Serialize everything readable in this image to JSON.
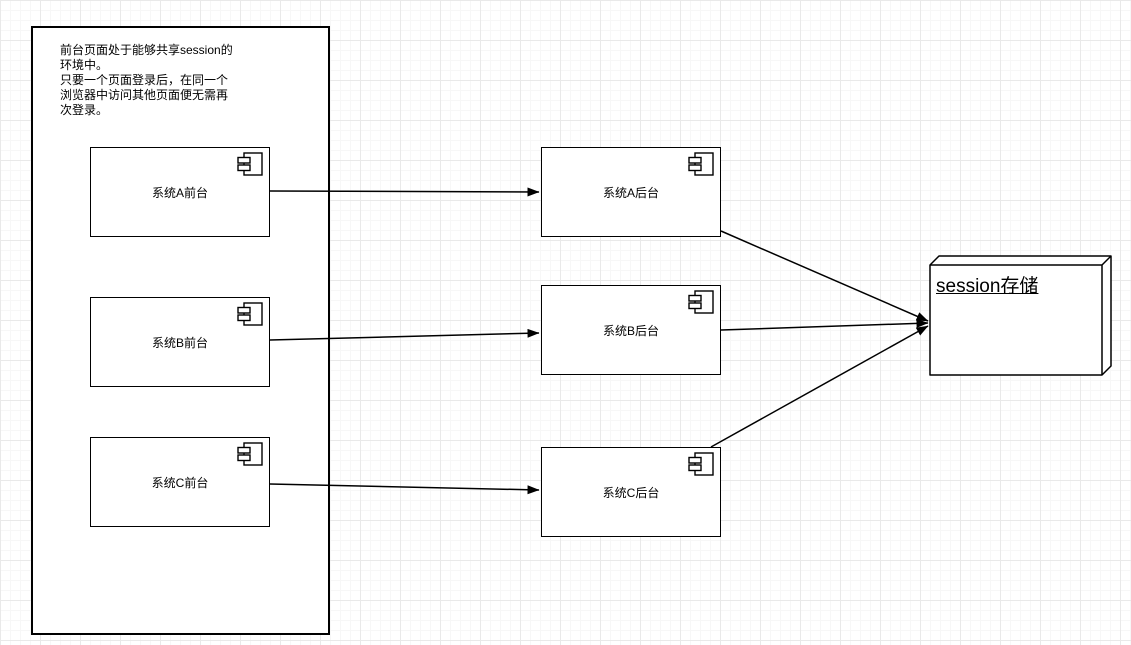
{
  "note": {
    "lines": [
      "前台页面处于能够共享session的",
      "环境中。",
      "只要一个页面登录后，在同一个",
      "浏览器中访问其他页面便无需再",
      "次登录。"
    ]
  },
  "nodes": {
    "front_a": "系统A前台",
    "front_b": "系统B前台",
    "front_c": "系统C前台",
    "back_a": "系统A后台",
    "back_b": "系统B后台",
    "back_c": "系统C后台"
  },
  "storage": {
    "label": "session存储"
  },
  "icons": {
    "component": "uml-component-icon"
  },
  "colors": {
    "stroke": "#000000",
    "node_fill": "#ffffff",
    "background": "#ffffff",
    "grid_minor": "#f7f7f7",
    "grid_major": "#e9e9e9"
  }
}
